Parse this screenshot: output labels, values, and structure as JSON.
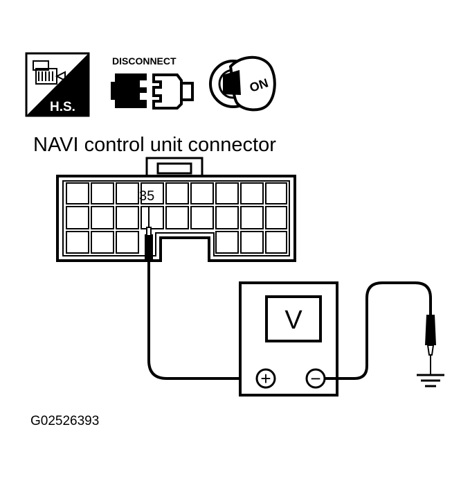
{
  "icons": {
    "harness_side": {
      "label": "H.S.",
      "icon": "harness-side-icon"
    },
    "disconnect": {
      "label": "DISCONNECT",
      "icon": "disconnect-connector-icon"
    },
    "ignition": {
      "label": "ON",
      "icon": "ignition-key-on-icon"
    }
  },
  "connector": {
    "title": "NAVI control unit connector",
    "terminal": "35"
  },
  "voltmeter": {
    "display": "V",
    "positive": "+",
    "negative": "−"
  },
  "ground": {
    "icon": "ground-symbol-icon"
  },
  "figure_code": "G02526393"
}
